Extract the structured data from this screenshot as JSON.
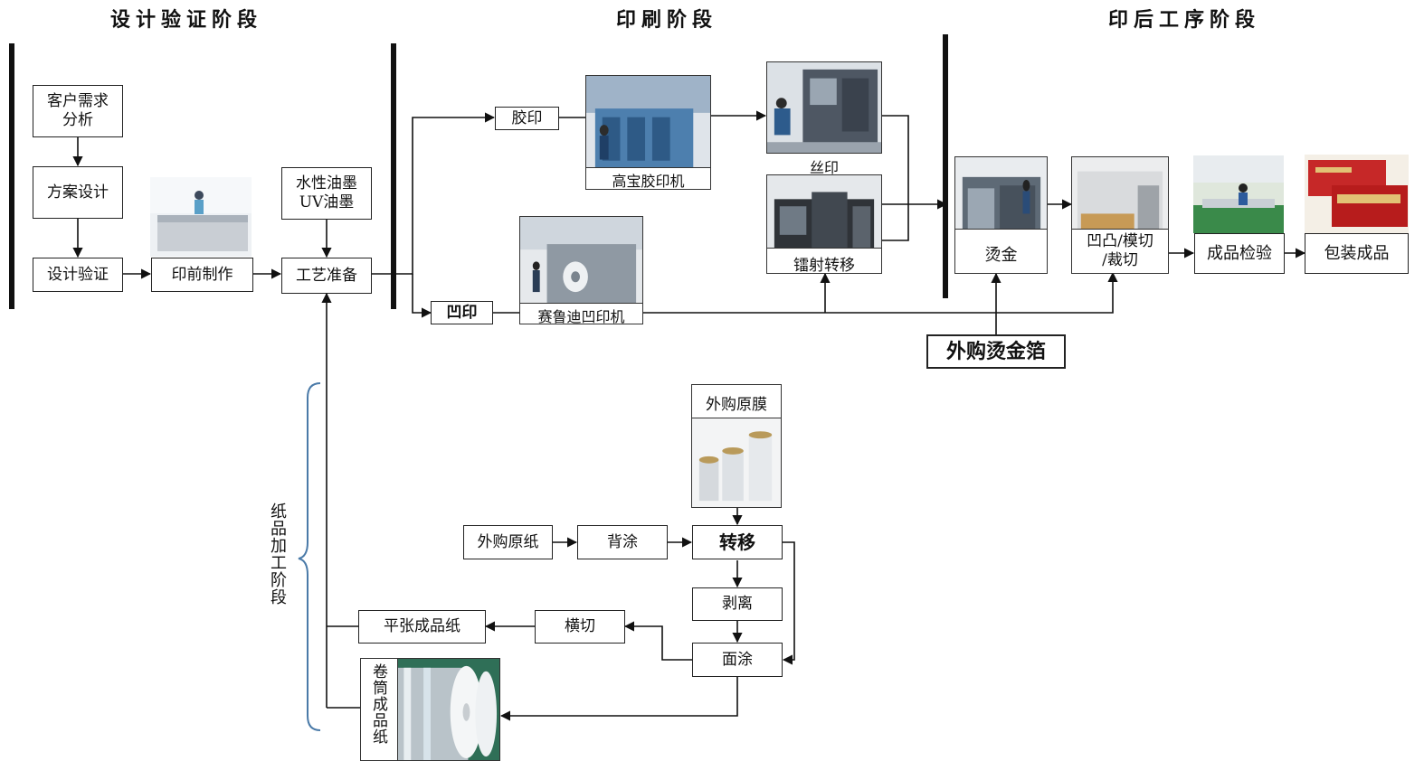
{
  "stages": {
    "design": "设计验证阶段",
    "printing": "印刷阶段",
    "post_print": "印后工序阶段",
    "paper": "纸品加工阶段"
  },
  "design_boxes": {
    "customer_needs": "客户需求\n分析",
    "scheme_design": "方案设计",
    "design_verify": "设计验证",
    "prepress": "印前制作",
    "ink": "水性油墨\nUV油墨",
    "process_prep": "工艺准备"
  },
  "printing": {
    "offset": "胶印",
    "offset_machine": "高宝胶印机",
    "gravure": "凹印",
    "gravure_machine": "赛鲁迪凹印机",
    "screen": "丝印",
    "laser_transfer": "镭射转移"
  },
  "post_print": {
    "hot_stamp": "烫金",
    "emboss_cut": "凹凸/模切\n/裁切",
    "inspection": "成品检验",
    "packaging": "包装成品",
    "foil": "外购烫金箔"
  },
  "paper_process": {
    "raw_film": "外购原膜",
    "raw_paper": "外购原纸",
    "back_coat": "背涂",
    "transfer": "转移",
    "peel": "剥离",
    "cross_cut": "横切",
    "sheet_paper": "平张成品纸",
    "face_coat": "面涂",
    "roll_paper": "卷筒成品纸"
  }
}
